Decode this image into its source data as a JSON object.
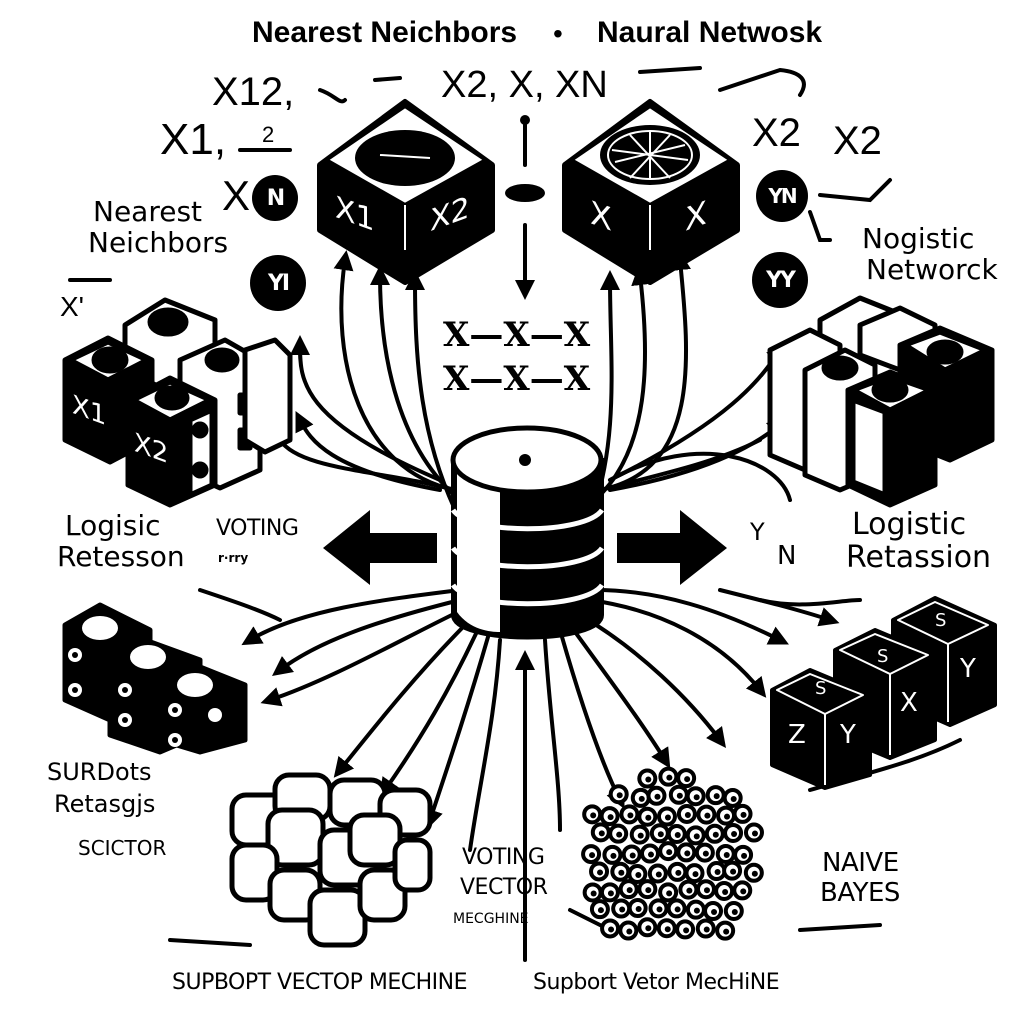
{
  "title": {
    "left": "Nearest Neichbors",
    "separator": "•",
    "right": "Naural Netwosk"
  },
  "inputs": {
    "top_left": "X12,",
    "top_center": "X2, X, XN",
    "left": "X1,",
    "left_sub": "2",
    "left_xn": "X",
    "top_right_1": "X2",
    "top_right_2": "X2",
    "left_x1_small": "X'"
  },
  "badges": {
    "left_n": "N",
    "left_y": "YI",
    "right_yn": "YN",
    "right_yy": "YY"
  },
  "modules": {
    "knn_box": {
      "face_left": "X1",
      "face_right": "X2",
      "icon": "clock-icon"
    },
    "nn_box": {
      "face_left": "X",
      "face_right": "X",
      "icon": "neural-net-icon"
    }
  },
  "center_formula": [
    "X—X—X",
    "X—X—X"
  ],
  "left_dice_labels": [
    "X1",
    "X2"
  ],
  "labels": {
    "nearest_neighbors": [
      "Nearest",
      "Neichbors"
    ],
    "nogistic_network": [
      "Nogistic",
      "Networck"
    ],
    "logistic_regression_left": [
      "Logisic",
      "Retesson"
    ],
    "voting": "VOTING",
    "voting_sub": "r·rry",
    "logistic_regression_right": [
      "Logistic",
      "Retassion"
    ],
    "yn_right": [
      "Y",
      "N"
    ],
    "suport_regression": [
      "SURDots",
      "Retasgjs"
    ],
    "selector": "SCICTOR",
    "voting_vector": [
      "VOTING",
      "VECTOR",
      "MECGHINE"
    ],
    "naive_bayes": [
      "NAIVE",
      "BAYES"
    ]
  },
  "right_dice_labels": [
    {
      "top": "S",
      "left": "Z",
      "right": "Y"
    },
    {
      "top": "S",
      "right": "X"
    },
    {
      "top": "S",
      "right": "Y"
    }
  ],
  "footer": {
    "left": "SUPBOPT VECTOP MECHINE",
    "right": "Supbort Vetor MecHiNE"
  },
  "colors": {
    "ink": "#000000",
    "paper": "#ffffff"
  }
}
